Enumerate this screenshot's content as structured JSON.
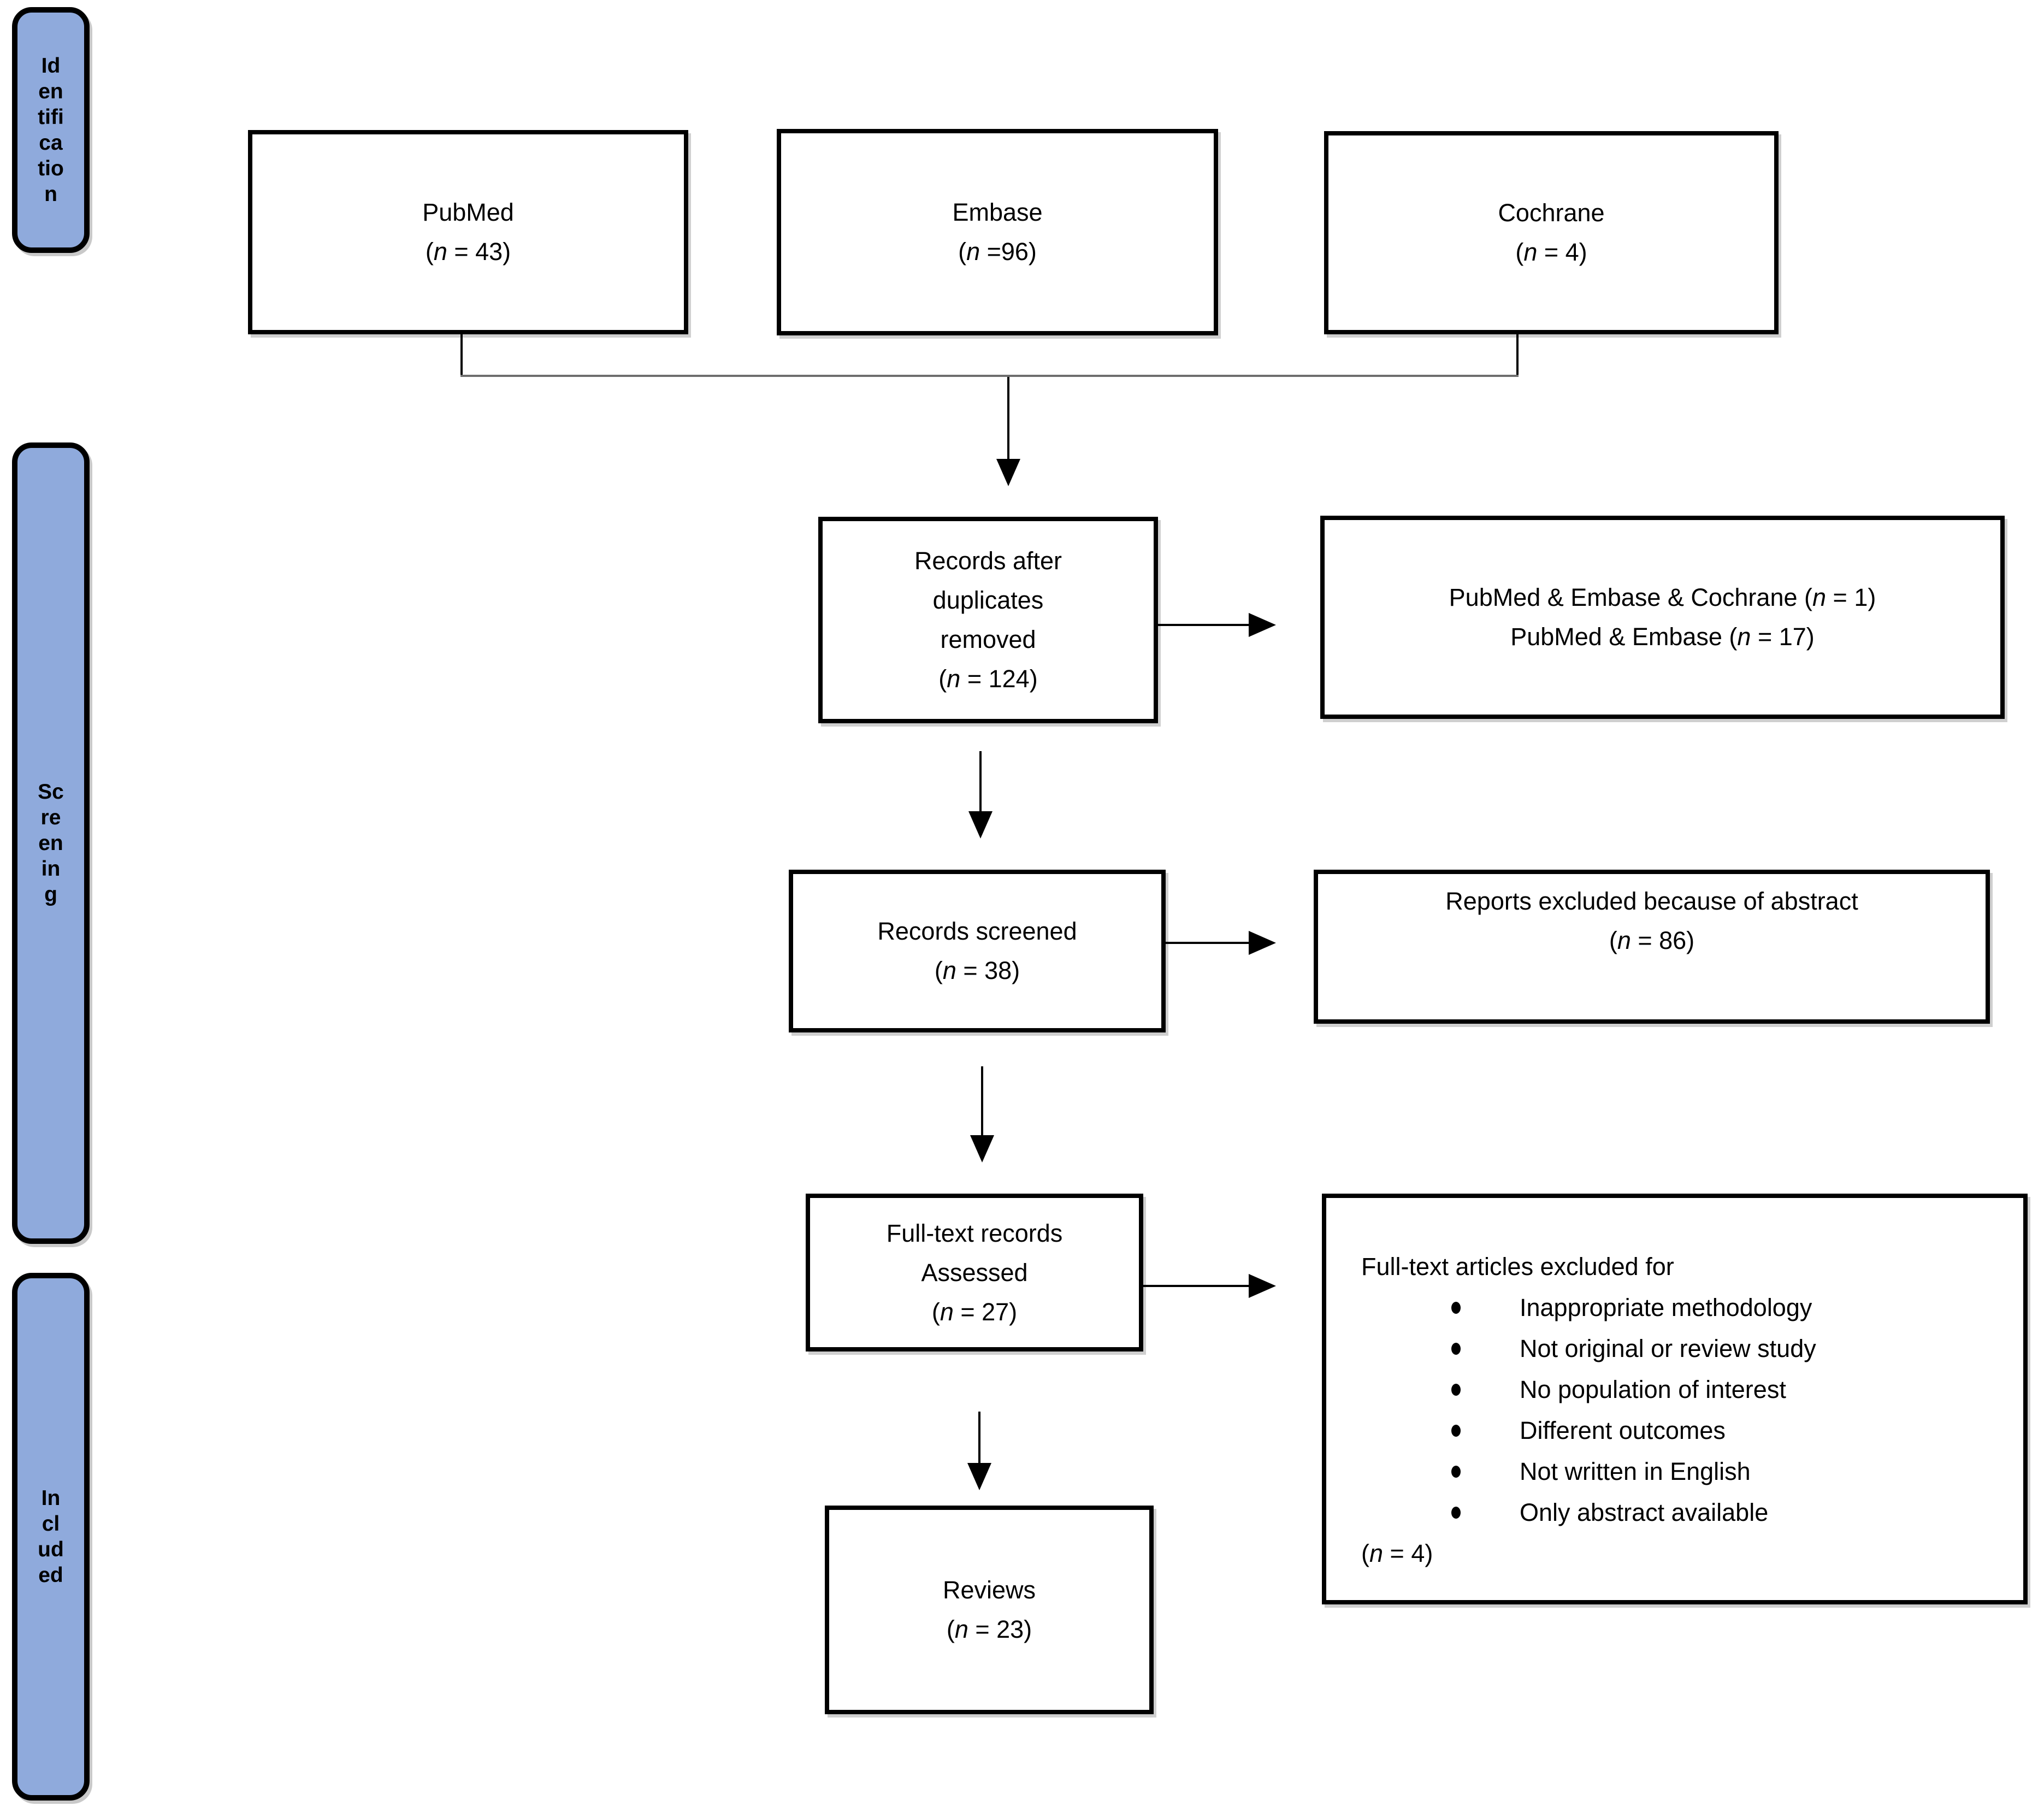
{
  "colors": {
    "stage_bar_fill": "#8FAADC",
    "border": "#000000",
    "background": "#ffffff"
  },
  "sidebar": [
    {
      "id": "identification",
      "label": "Id\nen\ntifi\nca\ntio\nn"
    },
    {
      "id": "screening",
      "label": "Sc\nre\nen\nin\ng"
    },
    {
      "id": "included",
      "label": "In\ncl\nud\ned"
    }
  ],
  "boxes": {
    "pubmed": {
      "title": "PubMed",
      "count": "(n = 43)"
    },
    "embase": {
      "title": "Embase",
      "count": "(n =96)"
    },
    "cochrane": {
      "title": "Cochrane",
      "count": "(n = 4)"
    },
    "records_after_duplicates": {
      "title": "Records after\nduplicates\nremoved",
      "count": "(n = 124)"
    },
    "duplicates_overlap": {
      "line1": "PubMed & Embase & Cochrane (n = 1)",
      "line2": "PubMed & Embase (n = 17)"
    },
    "records_screened": {
      "title": "Records screened",
      "count": "(n = 38)"
    },
    "abstract_excluded": {
      "title": "Reports excluded because of abstract",
      "count": "(n = 86)"
    },
    "fulltext_assessed": {
      "title": "Full-text records\nAssessed",
      "count": "(n = 27)"
    },
    "fulltext_excluded": {
      "title": "Full-text articles excluded for",
      "items": [
        "Inappropriate methodology",
        "Not original or review study",
        "No population of interest",
        "Different outcomes",
        "Not written in English",
        "Only abstract available"
      ],
      "count": "(n = 4)"
    },
    "reviews": {
      "title": "Reviews",
      "count": "(n = 23)"
    }
  }
}
